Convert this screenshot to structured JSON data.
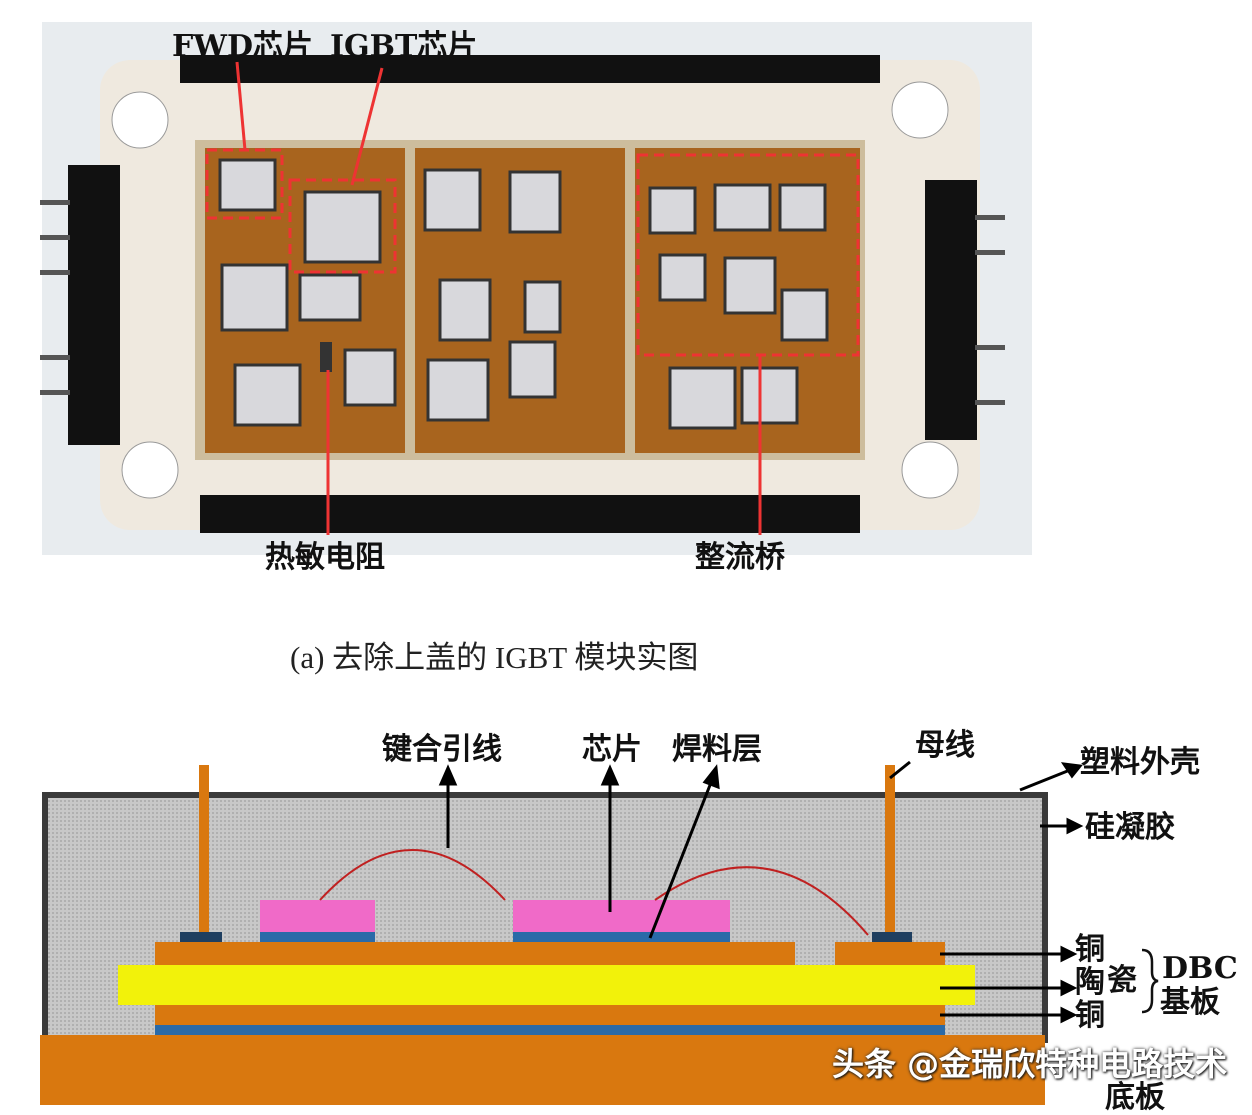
{
  "photo": {
    "labels": {
      "fwd": "FWD芯片",
      "igbt": "IGBT芯片",
      "thermistor": "热敏电阻",
      "rectifier": "整流桥"
    },
    "caption": "(a) 去除上盖的 IGBT 模块实图"
  },
  "diagram": {
    "labels": {
      "bond_wire": "键合引线",
      "chip": "芯片",
      "solder": "焊料层",
      "busbar": "母线",
      "plastic_shell": "塑料外壳",
      "silicone_gel": "硅凝胶",
      "copper_top": "铜",
      "ceramic_1": "陶",
      "ceramic_2": "瓷",
      "copper_bottom": "铜",
      "dbc_1": "DBC",
      "dbc_2": "基板",
      "baseplate": "底板"
    },
    "colors": {
      "copper": "#d9780f",
      "ceramic": "#f2f20a",
      "chip": "#f06ac8",
      "solder": "#2a6aa8",
      "gel": "#c4c4c4",
      "shell": "#3a3a3a"
    }
  },
  "watermark": "头条 @金瑞欣特种电路技术"
}
